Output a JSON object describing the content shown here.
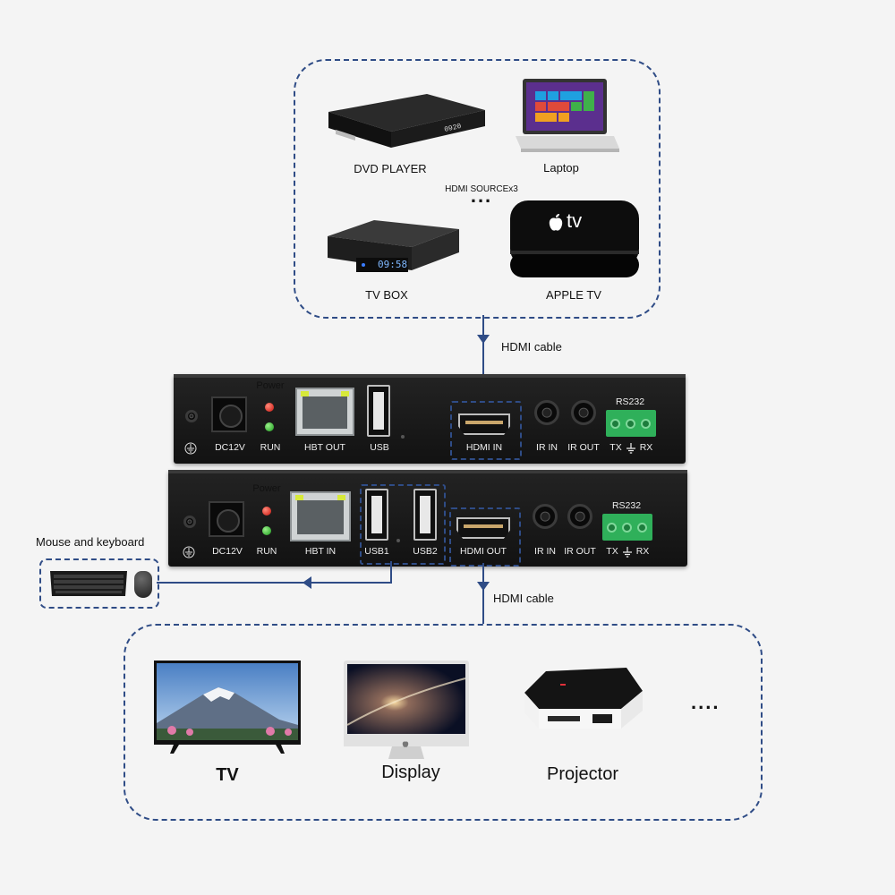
{
  "sources": {
    "dvd": "DVD PLAYER",
    "laptop": "Laptop",
    "hdmi_source": "HDMI SOURCEx3",
    "ellipsis": "...",
    "tvbox": "TV BOX",
    "tvbox_display": "09:58",
    "appletv": "APPLE TV",
    "appletv_logo": "tv"
  },
  "cable_top": "HDMI cable",
  "cable_bottom": "HDMI cable",
  "transmitter": {
    "power": "Power",
    "dc": "DC12V",
    "run": "RUN",
    "hbt": "HBT OUT",
    "usb": "USB",
    "hdmi": "HDMI IN",
    "ir_in": "IR IN",
    "ir_out": "IR OUT",
    "rs232": "RS232",
    "tx": "TX",
    "rx": "RX"
  },
  "receiver": {
    "power": "Power",
    "dc": "DC12V",
    "run": "RUN",
    "hbt": "HBT IN",
    "usb1": "USB1",
    "usb2": "USB2",
    "hdmi": "HDMI OUT",
    "ir_in": "IR IN",
    "ir_out": "IR OUT",
    "rs232": "RS232",
    "tx": "TX",
    "rx": "RX"
  },
  "mouse_keyboard": "Mouse and keyboard",
  "outputs": {
    "tv": "TV",
    "display": "Display",
    "projector": "Projector",
    "ellipsis": "...."
  },
  "colors": {
    "dash": "#2f4c86",
    "device_body": "#151515",
    "terminal": "#2fb05a"
  },
  "icons": [
    "ground-icon",
    "apple-logo-icon",
    "arrow-down-icon",
    "arrow-left-icon"
  ]
}
